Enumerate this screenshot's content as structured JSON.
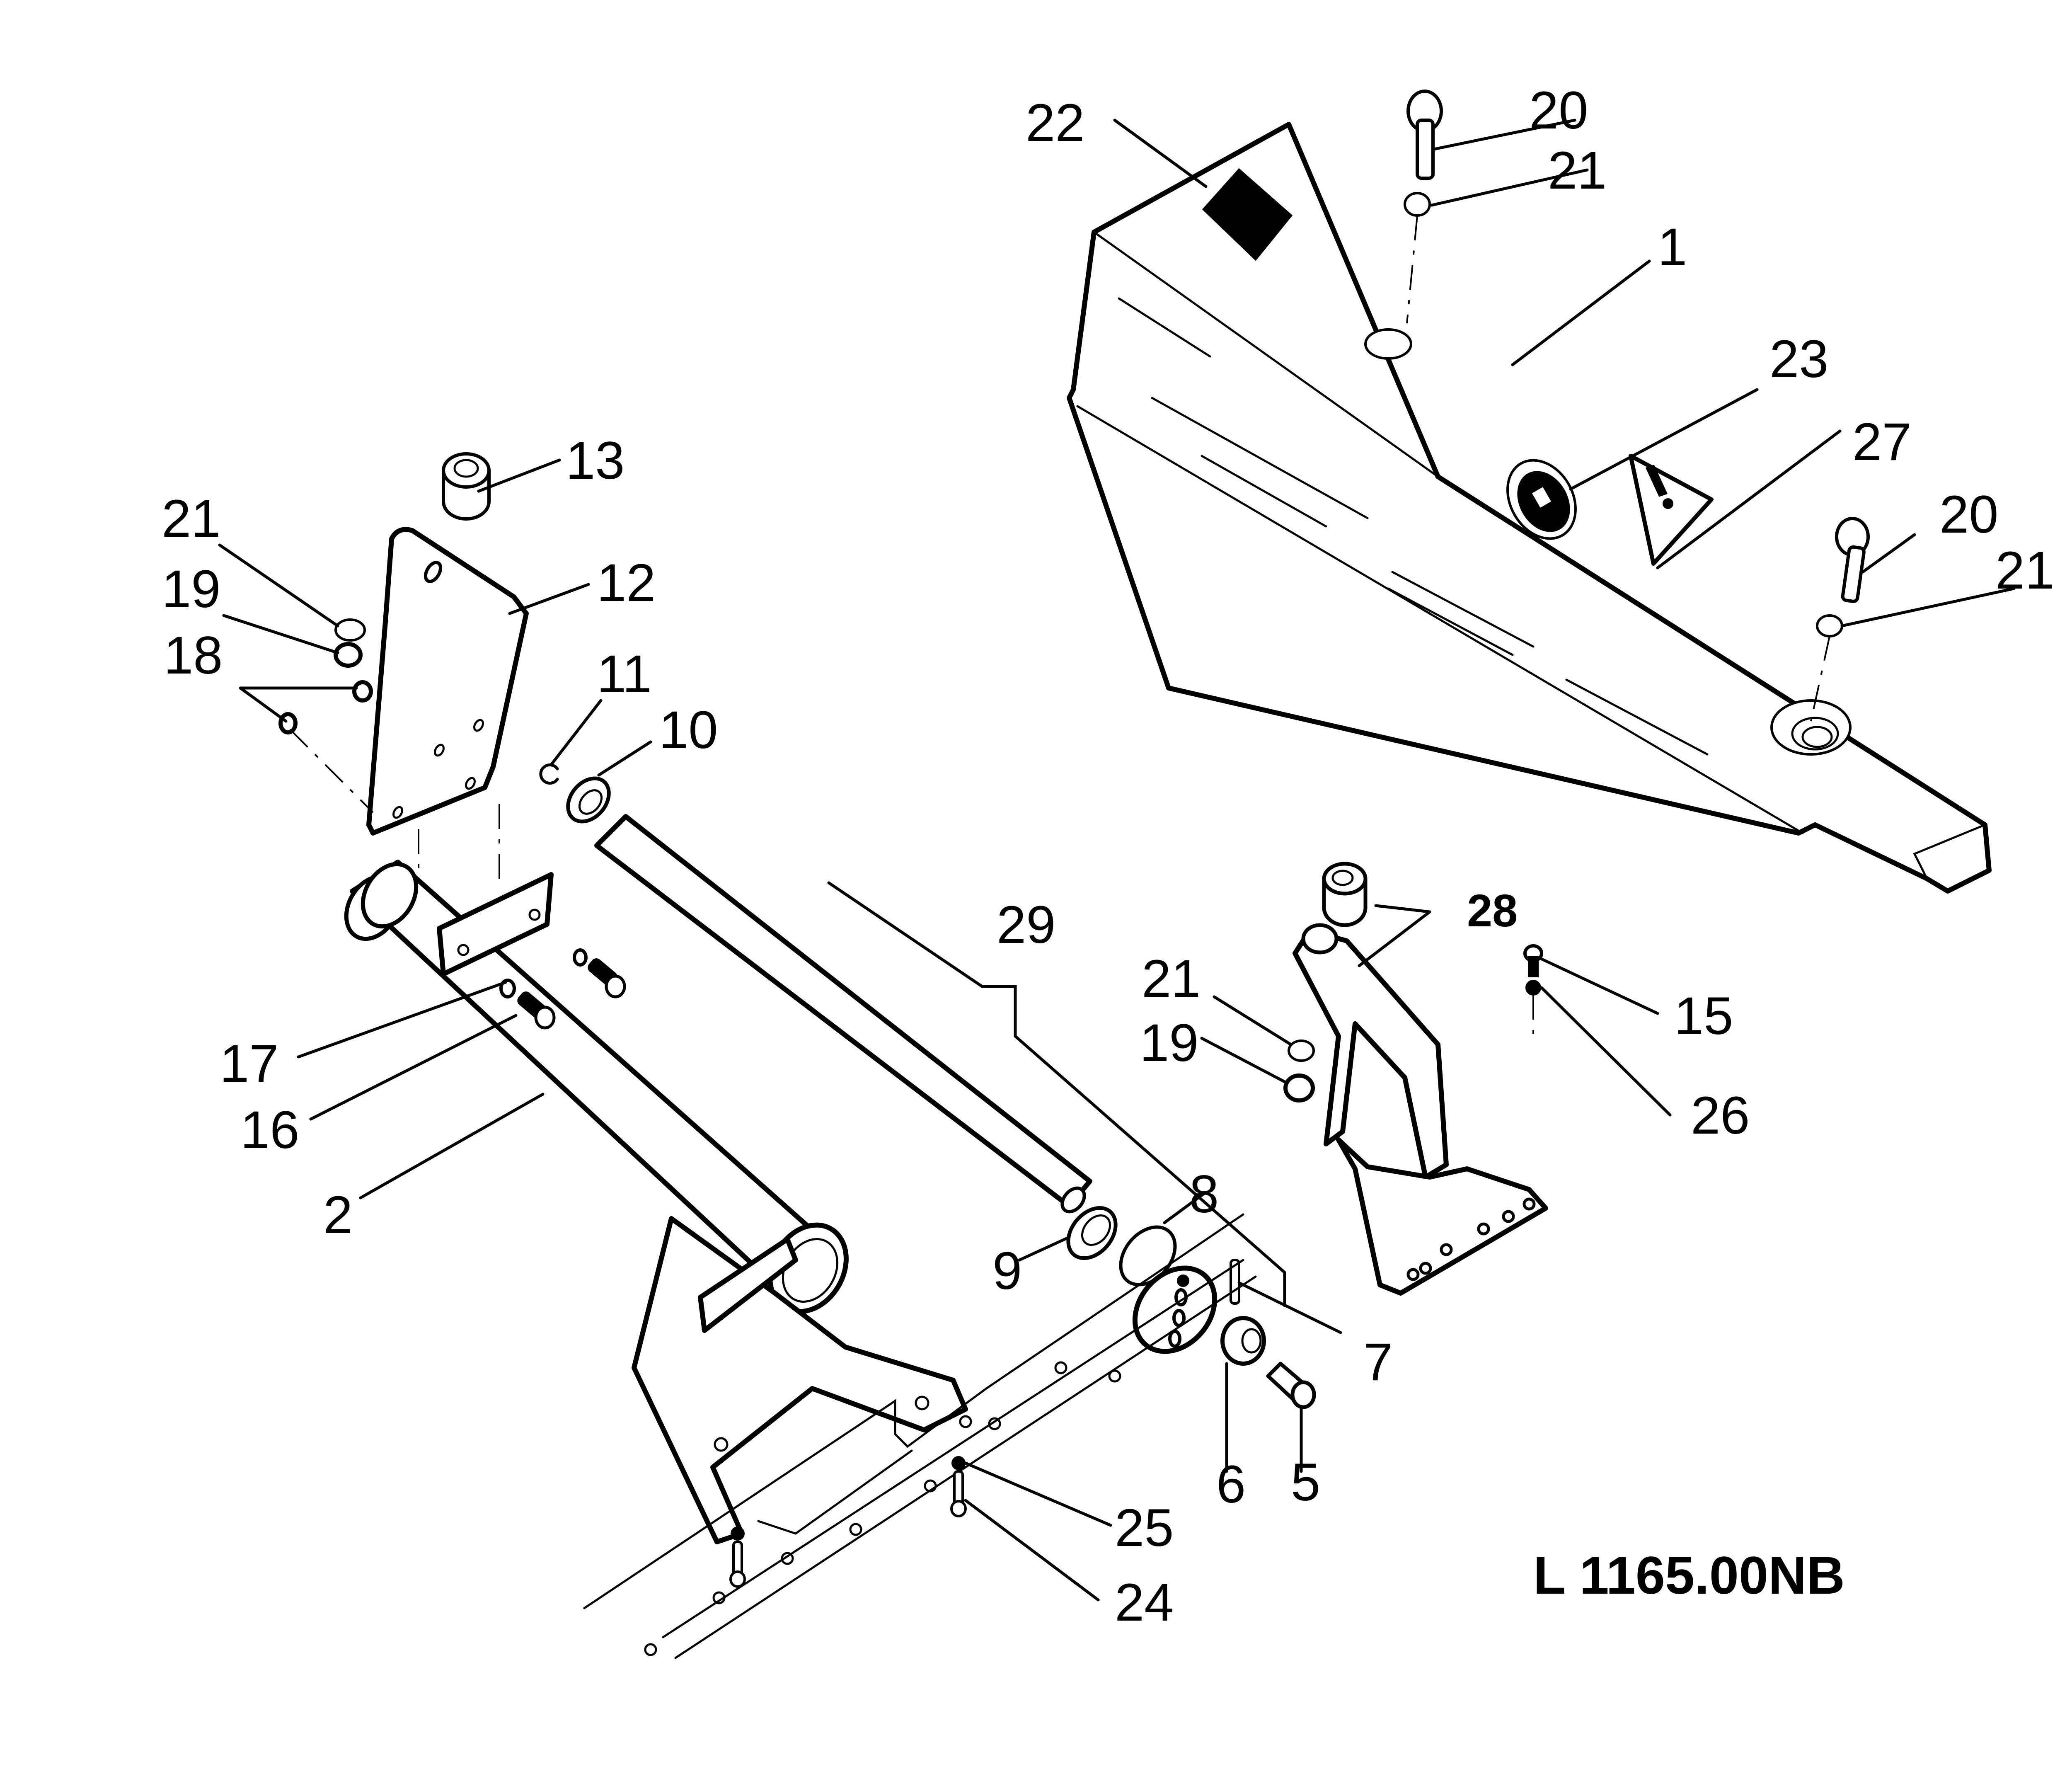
{
  "diagram": {
    "type": "exploded-parts-diagram",
    "drawing_reference": "L 1165.00NB",
    "colors": {
      "line": "#000000",
      "background": "#ffffff"
    },
    "callouts": [
      {
        "id": "c1",
        "label": "1",
        "part": "cover-guard"
      },
      {
        "id": "c2",
        "label": "2",
        "part": "support-tube-frame"
      },
      {
        "id": "c5",
        "label": "5",
        "part": "sleeve"
      },
      {
        "id": "c6",
        "label": "6",
        "part": "bushing"
      },
      {
        "id": "c7",
        "label": "7",
        "part": "pin"
      },
      {
        "id": "c8",
        "label": "8",
        "part": "circlip"
      },
      {
        "id": "c9",
        "label": "9",
        "part": "ball-bearing"
      },
      {
        "id": "c10",
        "label": "10",
        "part": "ball-bearing"
      },
      {
        "id": "c11",
        "label": "11",
        "part": "circlip"
      },
      {
        "id": "c12",
        "label": "12",
        "part": "bracket-plate"
      },
      {
        "id": "c13",
        "label": "13",
        "part": "bushing"
      },
      {
        "id": "c15",
        "label": "15",
        "part": "screw"
      },
      {
        "id": "c16",
        "label": "16",
        "part": "bolt"
      },
      {
        "id": "c17",
        "label": "17",
        "part": "washer"
      },
      {
        "id": "c18",
        "label": "18",
        "part": "nut"
      },
      {
        "id": "c19a",
        "label": "19",
        "part": "nut"
      },
      {
        "id": "c19b",
        "label": "19",
        "part": "nut"
      },
      {
        "id": "c20a",
        "label": "20",
        "part": "bolt"
      },
      {
        "id": "c20b",
        "label": "20",
        "part": "bolt"
      },
      {
        "id": "c21a",
        "label": "21",
        "part": "washer"
      },
      {
        "id": "c21b",
        "label": "21",
        "part": "washer"
      },
      {
        "id": "c21c",
        "label": "21",
        "part": "washer"
      },
      {
        "id": "c21d",
        "label": "21",
        "part": "washer"
      },
      {
        "id": "c22",
        "label": "22",
        "part": "decal"
      },
      {
        "id": "c23",
        "label": "23",
        "part": "decal-round"
      },
      {
        "id": "c24",
        "label": "24",
        "part": "screw"
      },
      {
        "id": "c25",
        "label": "25",
        "part": "washer"
      },
      {
        "id": "c26",
        "label": "26",
        "part": "washer"
      },
      {
        "id": "c27",
        "label": "27",
        "part": "warning-decal"
      },
      {
        "id": "c28",
        "label": "28",
        "part": "arm-bracket-with-bushing",
        "emphasis": "bold"
      },
      {
        "id": "c29",
        "label": "29",
        "part": "drive-shaft-assembly"
      }
    ],
    "icons": {
      "warning_decal": "warning-triangle-exclamation",
      "round_decal": "round-safety-symbol",
      "square_decal": "black-square-decal"
    }
  }
}
